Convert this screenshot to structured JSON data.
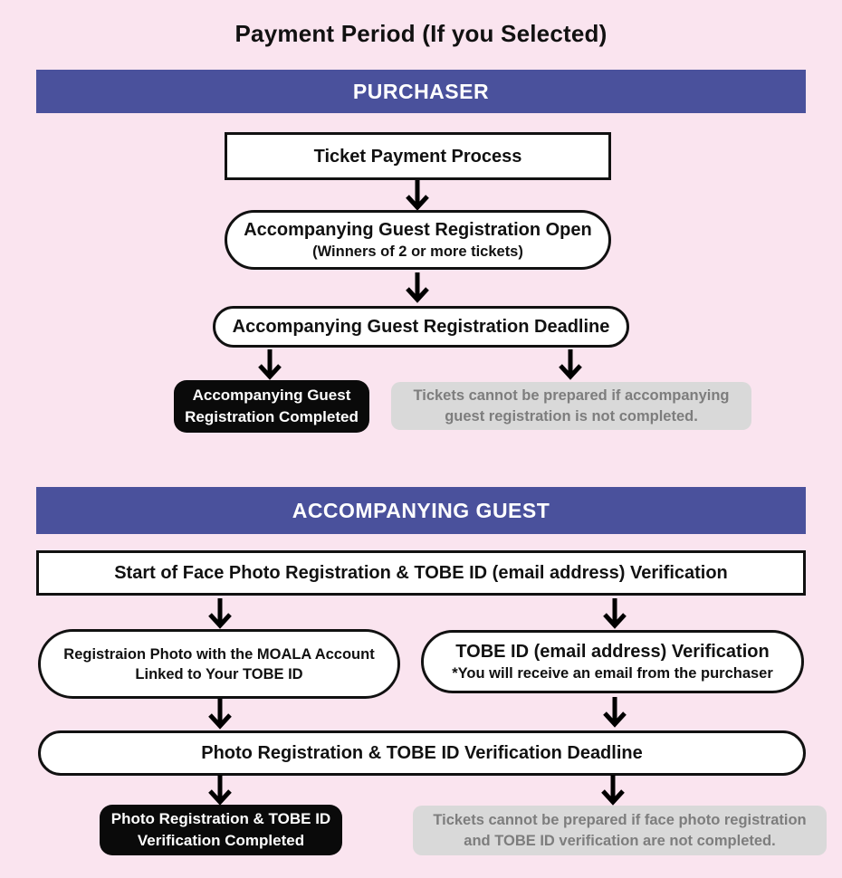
{
  "title": "Payment Period (If you Selected)",
  "colors": {
    "background": "#fae4ef",
    "banner": "#4a519c",
    "banner_text": "#ffffff",
    "box_black": "#0a0a0a",
    "box_black_text": "#ffffff",
    "box_gray_bg": "#d9d9d9",
    "box_gray_text": "#7d7d7d",
    "ink": "#111111"
  },
  "icons": {
    "flow_arrow": "down-arrow"
  },
  "purchaser": {
    "banner": "PURCHASER",
    "payment_box": "Ticket Payment Process",
    "registration_open_line1": "Accompanying Guest Registration Open",
    "registration_open_line2": "(Winners of 2 or more tickets)",
    "registration_deadline": "Accompanying Guest Registration Deadline",
    "completed_line1": "Accompanying Guest",
    "completed_line2": "Registration Completed",
    "warning_line1": "Tickets cannot be prepared if accompanying",
    "warning_line2": "guest registration is not completed."
  },
  "guest": {
    "banner": "ACCOMPANYING GUEST",
    "start_box": "Start of Face Photo Registration & TOBE ID (email address) Verification",
    "photo_branch_line1": "Registraion Photo with the MOALA Account",
    "photo_branch_line2": "Linked to Your TOBE ID",
    "tobe_branch_line1": "TOBE ID (email address) Verification",
    "tobe_branch_line2": "*You will receive an email from the purchaser",
    "deadline_box": "Photo Registration & TOBE ID Verification Deadline",
    "completed_line1": "Photo Registration & TOBE ID",
    "completed_line2": "Verification Completed",
    "warning_line1": "Tickets cannot be prepared if face photo registration",
    "warning_line2": "and TOBE ID verification are not completed."
  }
}
